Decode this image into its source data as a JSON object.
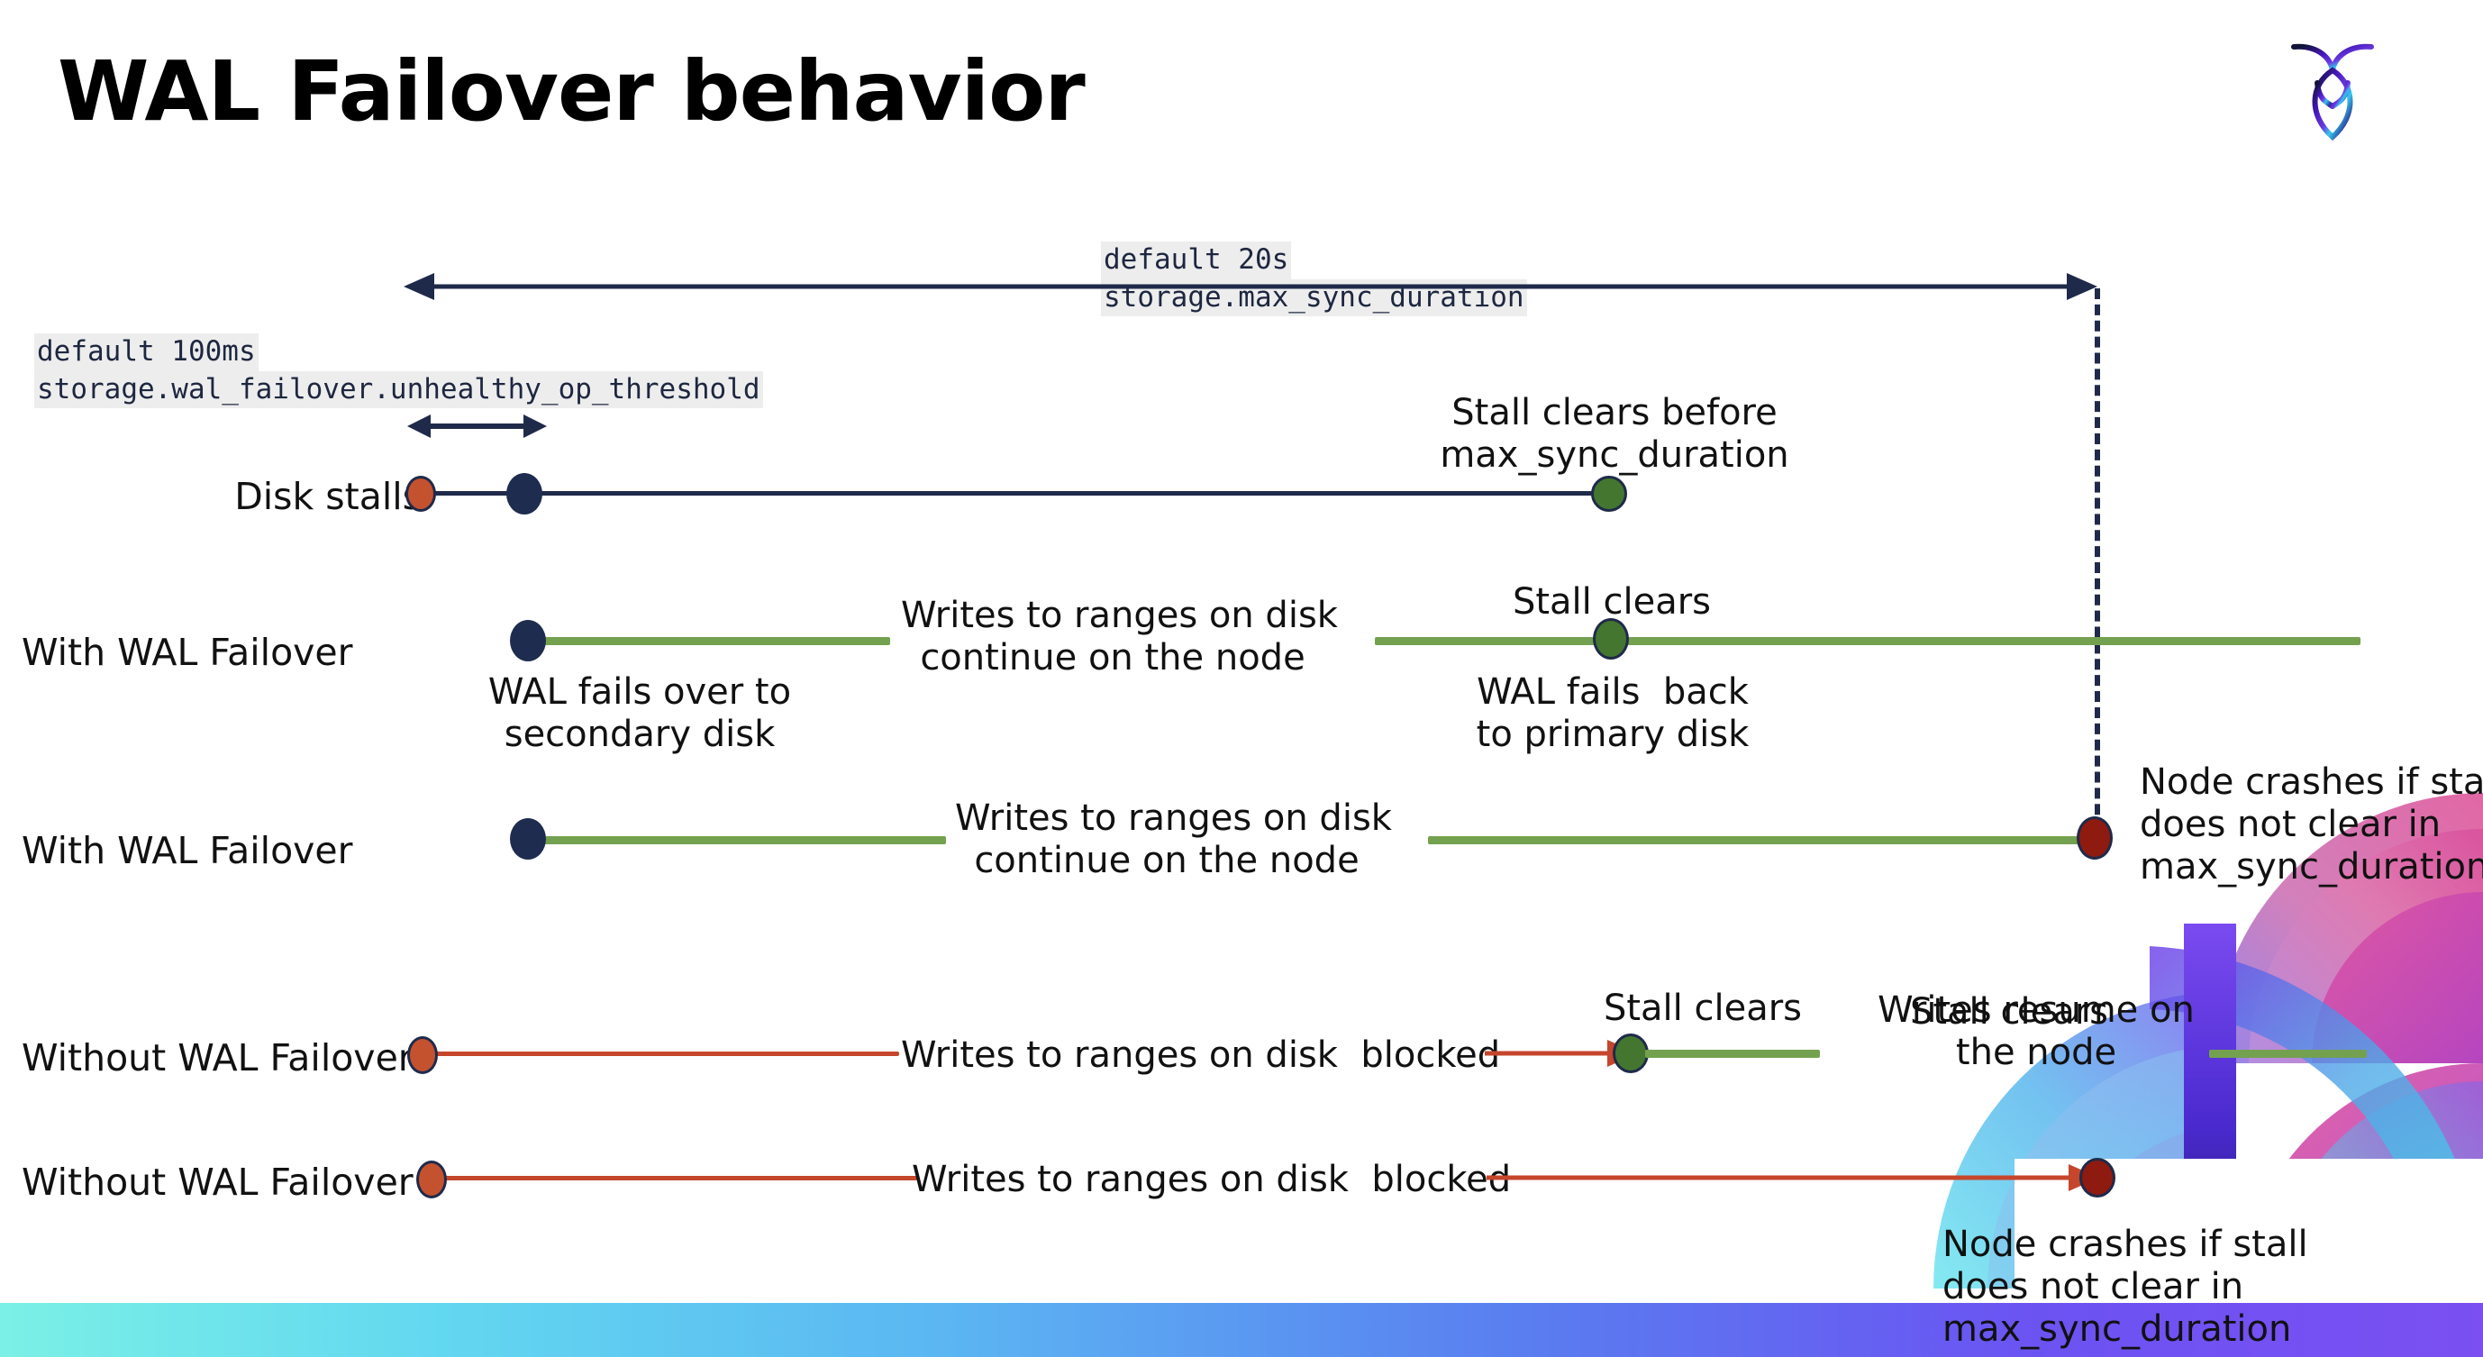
{
  "page": {
    "title": "WAL Failover behavior",
    "logo_name": "cockroachdb-logo"
  },
  "annotations": {
    "max_sync": {
      "default": "default 20s",
      "setting": "storage.max_sync_duration"
    },
    "unhealthy_op": {
      "default": "default 100ms",
      "setting": "storage.wal_failover.unhealthy_op_threshold"
    }
  },
  "rows": [
    {
      "id": "disk-stalls",
      "label": "Disk stalls",
      "note_right": "Stall clears before\nmax_sync_duration"
    },
    {
      "id": "with-wal-failover-1",
      "label": "With WAL Failover",
      "note_start": "WAL fails over to\nsecondary disk",
      "note_mid": "Writes to ranges on disk\ncontinue on the node",
      "note_clear": "Stall clears",
      "note_back": "WAL fails  back\nto primary disk"
    },
    {
      "id": "with-wal-failover-2",
      "label": "With WAL Failover",
      "note_mid": "Writes to ranges on disk\ncontinue on the node",
      "note_crash": "Node crashes if stall\ndoes not clear in\nmax_sync_duration"
    },
    {
      "id": "without-wal-failover-1",
      "label": "Without WAL Failover",
      "note_mid": "Writes to ranges on disk  blocked",
      "note_clear": "Stall clears",
      "note_resume": "Writes resume on\nthe node"
    },
    {
      "id": "without-wal-failover-2",
      "label": "Without WAL Failover",
      "note_mid": "Writes to ranges on disk  blocked",
      "note_crash": "Node crashes if stall\ndoes not clear in\nmax_sync_duration"
    }
  ],
  "colors": {
    "navy": "#1f2a4a",
    "green": "#74a14f",
    "green_dot": "#44762f",
    "orange_dot": "#c4522f",
    "red_dot": "#8e1a10",
    "red_line": "#c6462b",
    "code_bg": "#ededed"
  }
}
